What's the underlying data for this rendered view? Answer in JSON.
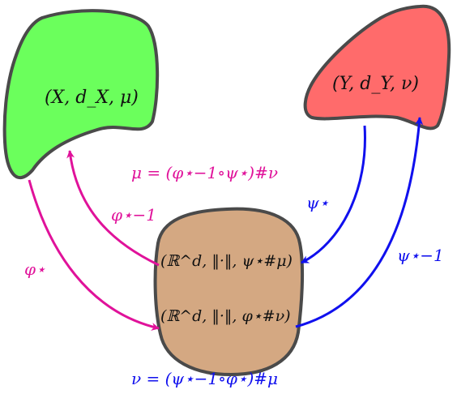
{
  "colors": {
    "magenta": "#e0129a",
    "blue": "#1010ee",
    "green_blob": "#6bff5c",
    "red_blob": "#ff6b6b",
    "tan_blob": "#d4a882",
    "outline": "#4a4a4a",
    "text": "#111111"
  },
  "spaces": {
    "x_space": "(X, d_X, μ)",
    "y_space": "(Y, d_Y, ν)",
    "rd_top": "(ℝ^d, ‖·‖, ψ⋆#μ)",
    "rd_bottom": "(ℝ^d, ‖·‖, φ⋆#ν)"
  },
  "maps": {
    "phi_star": "φ⋆",
    "phi_star_inv": "φ⋆−1",
    "psi_star": "ψ⋆",
    "psi_star_inv": "ψ⋆−1"
  },
  "equations": {
    "mu_eq": "μ = (φ⋆−1∘ψ⋆)#ν",
    "nu_eq": "ν = (ψ⋆−1∘φ⋆)#μ"
  }
}
